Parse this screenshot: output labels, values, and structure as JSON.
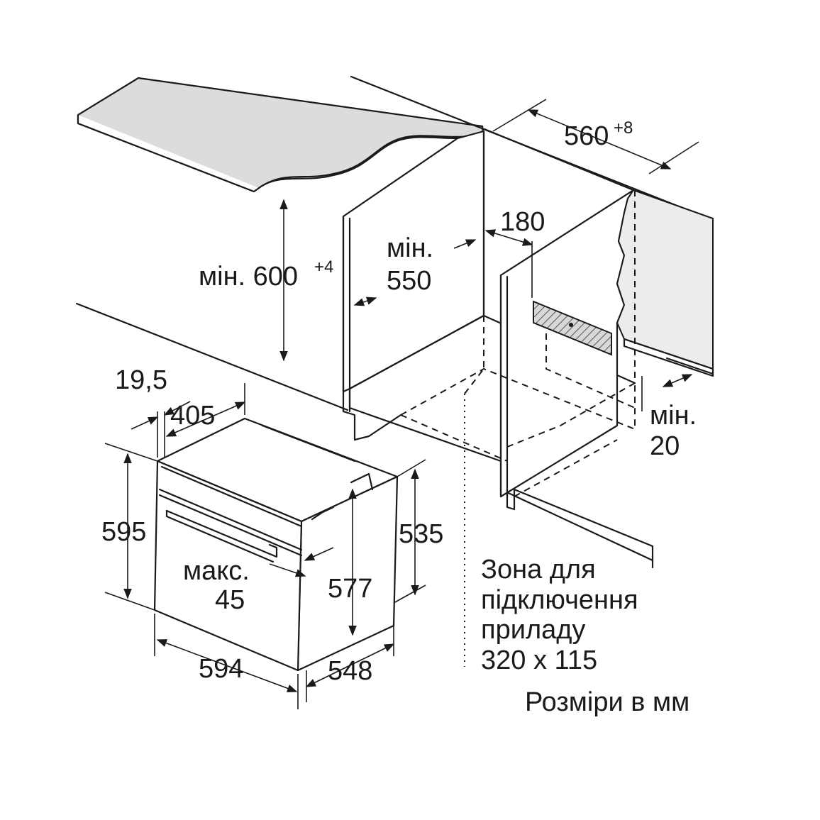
{
  "labels": {
    "min_600": "мін. 600",
    "min_600_sup": "+4",
    "min_550_a": "мін.",
    "min_550_b": "550",
    "dim_180": "180",
    "dim_560": "560",
    "dim_560_sup": "+8",
    "min_20_a": "мін.",
    "min_20_b": "20",
    "dim_19_5": "19,5",
    "dim_405": "405",
    "dim_595": "595",
    "dim_535": "535",
    "dim_577": "577",
    "maks_a": "макс.",
    "maks_b": "45",
    "dim_594": "594",
    "dim_548": "548",
    "zone_line1": "Зона для",
    "zone_line2": "підключення",
    "zone_line3": "приладу",
    "zone_line4": "320 x 115",
    "units_note": "Розміри в мм"
  }
}
